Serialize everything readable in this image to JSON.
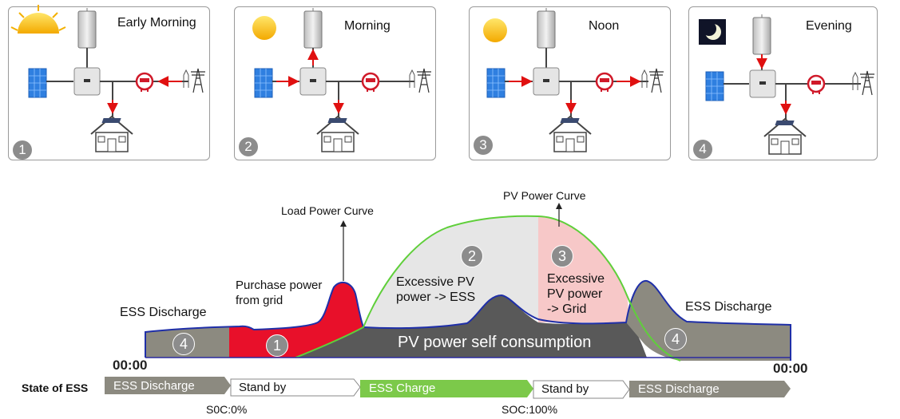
{
  "panels": [
    {
      "number": "1",
      "title": "Early Morning",
      "time_icon": "sunrise-icon"
    },
    {
      "number": "2",
      "title": "Morning",
      "time_icon": "sun-icon"
    },
    {
      "number": "3",
      "title": "Noon",
      "time_icon": "sun-icon"
    },
    {
      "number": "4",
      "title": "Evening",
      "time_icon": "moon-icon"
    }
  ],
  "curve": {
    "load_power_curve": "Load Power Curve",
    "pv_power_curve": "PV Power Curve",
    "purchase_power": "Purchase power\nfrom grid",
    "excessive_ess": "Excessive PV\npower -> ESS",
    "excessive_grid": "Excessive\nPV power\n-> Grid",
    "ess_discharge_left": "ESS Discharge",
    "ess_discharge_right": "ESS Discharge",
    "self_consumption": "PV power self consumption",
    "region_badges": [
      "4",
      "1",
      "2",
      "3",
      "4"
    ],
    "time_start": "00:00",
    "time_end": "00:00"
  },
  "state": {
    "title": "State of ESS",
    "stages": [
      "ESS Discharge",
      "Stand by",
      "ESS Charge",
      "Stand by",
      "ESS Discharge"
    ],
    "soc_low": "S0C:0%",
    "soc_high": "SOC:100%"
  },
  "colors": {
    "grid_purchase": "#e8102a",
    "excess_ess": "#e6e6e6",
    "excess_grid": "#f7c8c8",
    "self_consumption": "#595959",
    "ess_discharge": "#8c8a80",
    "load_outline": "#1f2fa8",
    "pv_outline": "#5fcf3a",
    "ess_charge": "#7cc94a",
    "arrow_red": "#e01010"
  }
}
